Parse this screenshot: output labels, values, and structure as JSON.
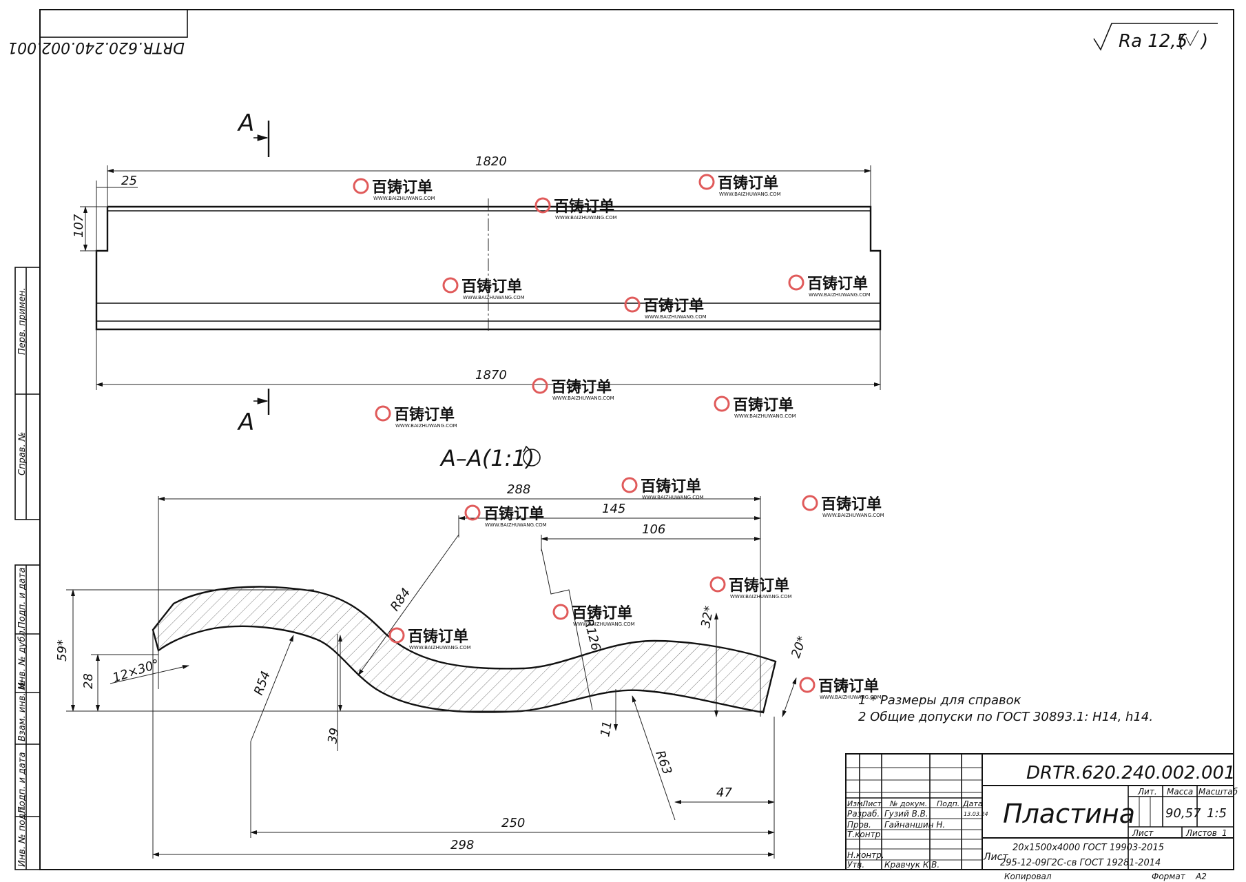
{
  "drawing_number": "DRTR.620.240.002.001",
  "drawing_number_mirrored": "DRTR.620.240.002.001",
  "roughness": {
    "label": "Ra 12,5"
  },
  "section_marks": {
    "top": "A",
    "bottom": "A",
    "section_title": "A–A(1:1)"
  },
  "plan_dimensions": {
    "overall_top": "1820",
    "edge_offset": "25",
    "height": "107",
    "overall_bottom": "1870"
  },
  "section_dimensions": {
    "d288": "288",
    "d145": "145",
    "d106": "106",
    "r84": "R84",
    "r126": "R126",
    "r54": "R54",
    "r63": "R63",
    "d59": "59*",
    "d28": "28",
    "chamfer": "12×30°",
    "d32": "32*",
    "d20": "20*",
    "d39": "39",
    "d11": "11",
    "d47": "47",
    "d250": "250",
    "d298": "298"
  },
  "notes": {
    "note1": "1 * Размеры для справок",
    "note2": "2 Общие допуски по ГОСТ 30893.1: H14, h14."
  },
  "side_stamps": [
    "Перв. примен.",
    "Справ. №",
    "Подп. и дата",
    "Инв. № дубл.",
    "Взам. инв. №",
    "Подп. и дата",
    "Инв. № подл."
  ],
  "title_block": {
    "designation": "DRTR.620.240.002.001",
    "part_name": "Пластина",
    "header": {
      "izm": "Изм.",
      "list": "Лист",
      "doc_no": "№ докум.",
      "sign": "Подп.",
      "date": "Дата"
    },
    "roles": [
      {
        "role": "Разраб.",
        "name": "Гузий В.В."
      },
      {
        "role": "Пров.",
        "name": "Гайнаншин Н."
      },
      {
        "role": "Т.контр.",
        "name": ""
      },
      {
        "role": "Н.контр.",
        "name": ""
      },
      {
        "role": "Утв.",
        "name": "Кравчук К.В."
      }
    ],
    "date_value": "13.03.24",
    "lit_label": "Лит.",
    "mass_label": "Масса",
    "scale_label": "Масштаб",
    "mass": "90,57",
    "scale": "1:5",
    "sheet_label": "Лист",
    "sheets_label": "Листов",
    "sheets_count": "1",
    "material_line1": "20х1500х4000 ГОСТ 19903-2015",
    "material_line2": "295-12-09Г2С-св ГОСТ 19281-2014",
    "material_prefix": "Лист",
    "copied": "Копировал",
    "format_label": "Формат",
    "format": "A2"
  },
  "watermark": {
    "brand": "百铸订单",
    "url": "WWW.BAIZHUWANG.COM",
    "color": "#e05a5a"
  }
}
